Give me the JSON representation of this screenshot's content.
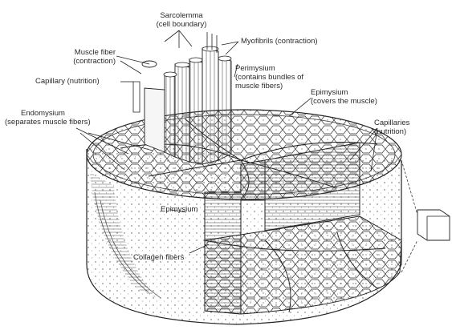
{
  "labels": {
    "sarcolemma": {
      "line1": "Sarcolemma",
      "line2": "(cell boundary)"
    },
    "myofibrils": {
      "line1": "Myofibrils (contraction)"
    },
    "muscle_fiber": {
      "line1": "Muscle fiber",
      "line2": "(contraction)"
    },
    "capillary": {
      "line1": "Capillary (nutrition)"
    },
    "perimysium": {
      "line1": "Perimysium",
      "line2": "(contains bundles of",
      "line3": "muscle fibers)"
    },
    "epimysium_top": {
      "line1": "Epimysium",
      "line2": "(covers the muscle)"
    },
    "endomysium": {
      "line1": "Endomysium",
      "line2": "(separates muscle fibers)"
    },
    "capillaries": {
      "line1": "Capillaries",
      "line2": "(nutrition)"
    },
    "epimysium_side": {
      "line1": "Epimysium"
    },
    "collagen": {
      "line1": "Collagen fibers"
    }
  },
  "colors": {
    "ink": "#2a2a2a",
    "paper": "#ffffff"
  }
}
